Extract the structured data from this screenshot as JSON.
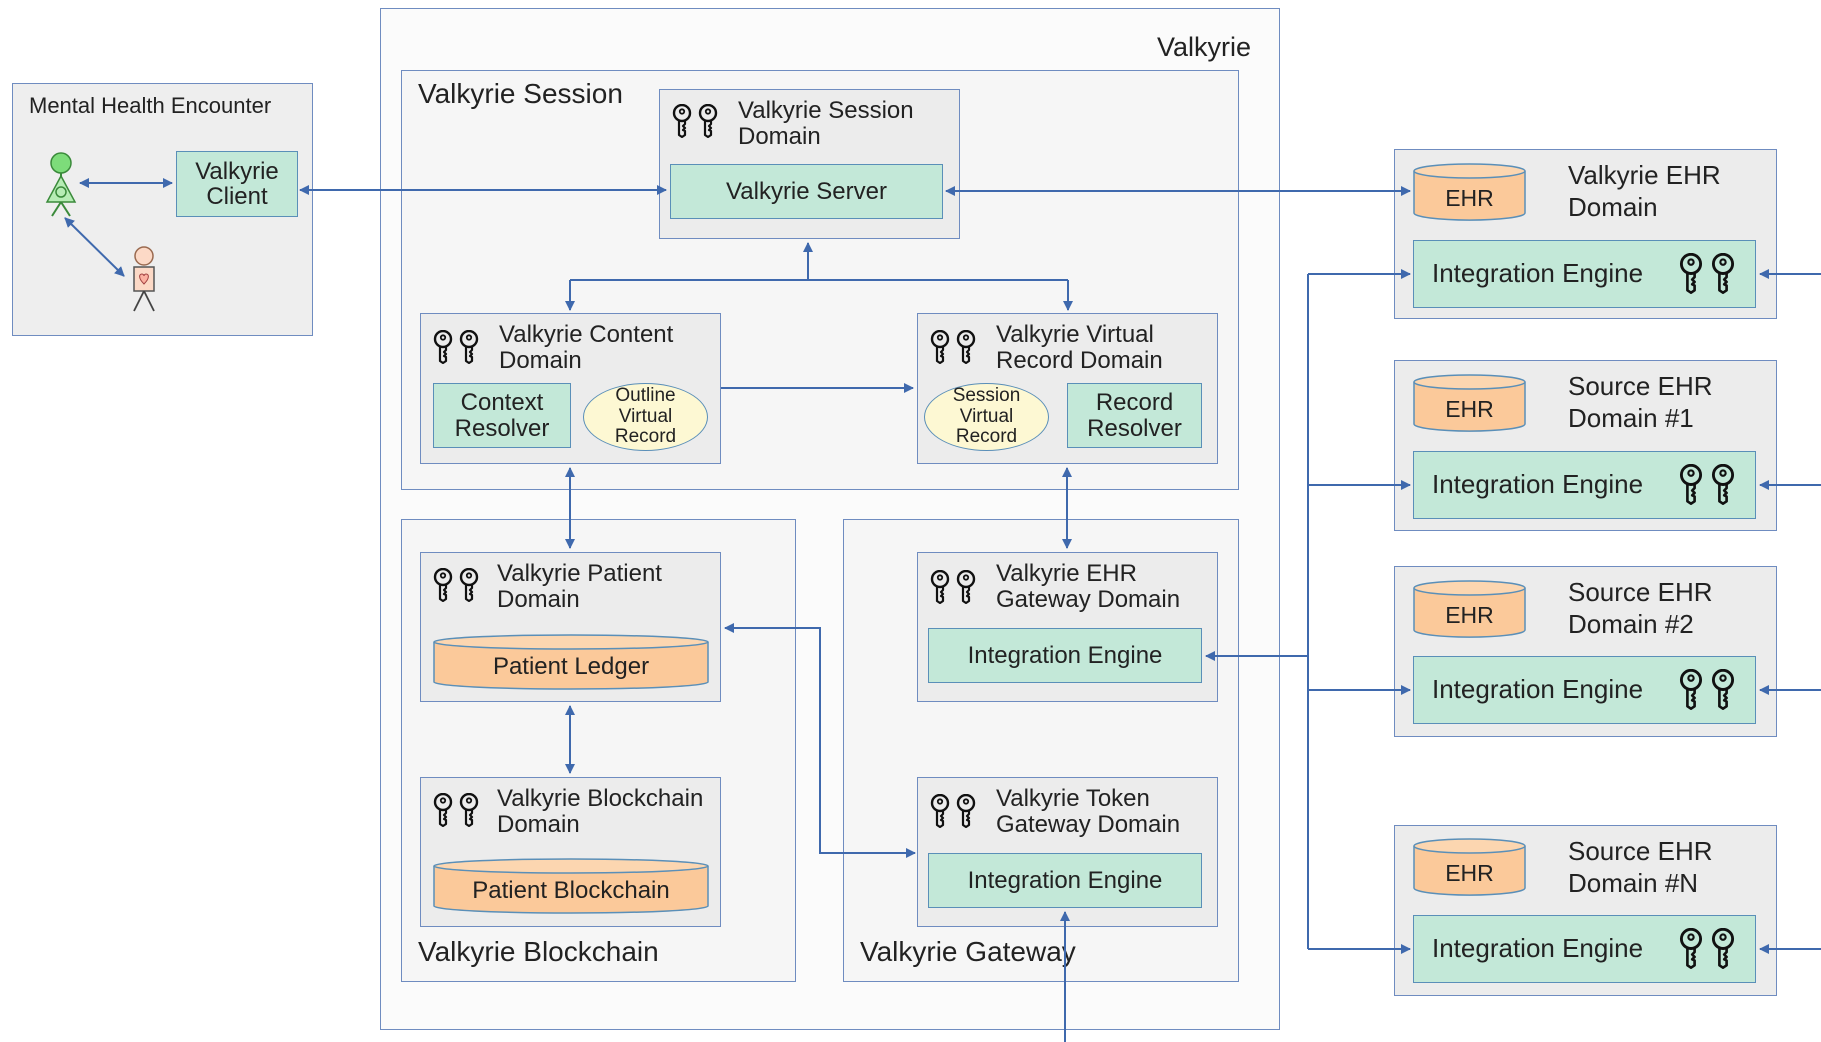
{
  "title_valkyrie": "Valkyrie",
  "mhe": {
    "title": "Mental Health Encounter",
    "client": "Valkyrie Client"
  },
  "session": {
    "title": "Valkyrie Session",
    "session_domain": "Valkyrie Session Domain",
    "server": "Valkyrie Server",
    "content_domain": "Valkyrie Content Domain",
    "context_resolver": "Context Resolver",
    "outline_record": "Outline Virtual Record",
    "virtual_domain": "Valkyrie Virtual Record Domain",
    "session_record": "Session Virtual Record",
    "record_resolver": "Record Resolver"
  },
  "blockchain": {
    "title": "Valkyrie Blockchain",
    "patient_domain": "Valkyrie Patient Domain",
    "patient_ledger": "Patient Ledger",
    "blockchain_domain": "Valkyrie Blockchain Domain",
    "patient_blockchain": "Patient Blockchain"
  },
  "gateway": {
    "title": "Valkyrie Gateway",
    "ehr_gateway_domain": "Valkyrie EHR Gateway Domain",
    "ehr_gateway_engine": "Integration Engine",
    "token_gateway_domain": "Valkyrie Token Gateway Domain",
    "token_gateway_engine": "Integration Engine"
  },
  "ehr_domains": [
    {
      "title": "Valkyrie EHR Domain",
      "db": "EHR",
      "engine": "Integration Engine"
    },
    {
      "title": "Source EHR Domain #1",
      "db": "EHR",
      "engine": "Integration Engine"
    },
    {
      "title": "Source EHR Domain #2",
      "db": "EHR",
      "engine": "Integration Engine"
    },
    {
      "title": "Source EHR Domain #N",
      "db": "EHR",
      "engine": "Integration Engine"
    }
  ],
  "colors": {
    "border": "#6f8cc0",
    "arrow": "#3f69ad",
    "green": "#c3e8d8",
    "db": "#fbc99a",
    "ellipse": "#fdf8d3"
  }
}
